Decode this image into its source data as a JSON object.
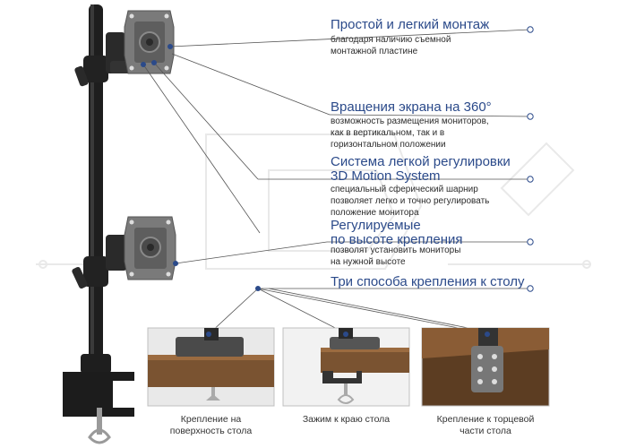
{
  "features": [
    {
      "title": "Простой и легкий монтаж",
      "desc_lines": [
        "благодаря наличию съемной",
        "монтажной пластине"
      ]
    },
    {
      "title": "Вращения экрана на 360°",
      "desc_lines": [
        "возможность размещения мониторов,",
        "как в вертикальном, так и в",
        "горизонтальном положении"
      ]
    },
    {
      "title_lines": [
        "Система легкой регулировки",
        "3D Motion System"
      ],
      "desc_lines": [
        "специальный сферический шарнир",
        "позволяет легко и точно регулировать",
        "положение монитора"
      ]
    },
    {
      "title_lines": [
        "Регулируемые",
        "по высоте крепления"
      ],
      "desc_lines": [
        "позволят установить мониторы",
        "на нужной высоте"
      ]
    },
    {
      "title": "Три способа крепления к столу"
    }
  ],
  "captions": [
    [
      "Крепление на",
      "поверхность стола"
    ],
    [
      "Зажим к краю стола"
    ],
    [
      "Крепление к торцевой",
      "части стола"
    ]
  ],
  "colors": {
    "accent": "#2b4a8a",
    "dot": "#2b4a8a",
    "wood": "#7a5331",
    "pole": "#1e1e1e",
    "bracket": "#6d6d6d"
  }
}
